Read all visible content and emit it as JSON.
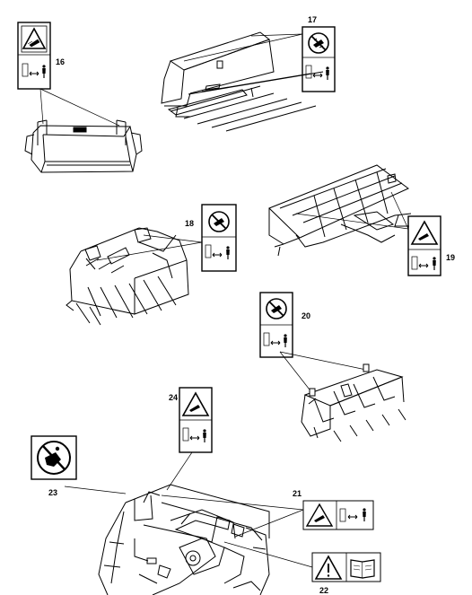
{
  "callouts": {
    "c16": "16",
    "c17": "17",
    "c18": "18",
    "c19": "19",
    "c20": "20",
    "c21": "21",
    "c22": "22",
    "c23": "23",
    "c24": "24"
  },
  "decal_icons": [
    "crush-hazard-pictogram",
    "keep-clear-distance-pictogram",
    "no-riding-pictogram",
    "warning-triangle-pictogram",
    "read-manual-pictogram"
  ]
}
